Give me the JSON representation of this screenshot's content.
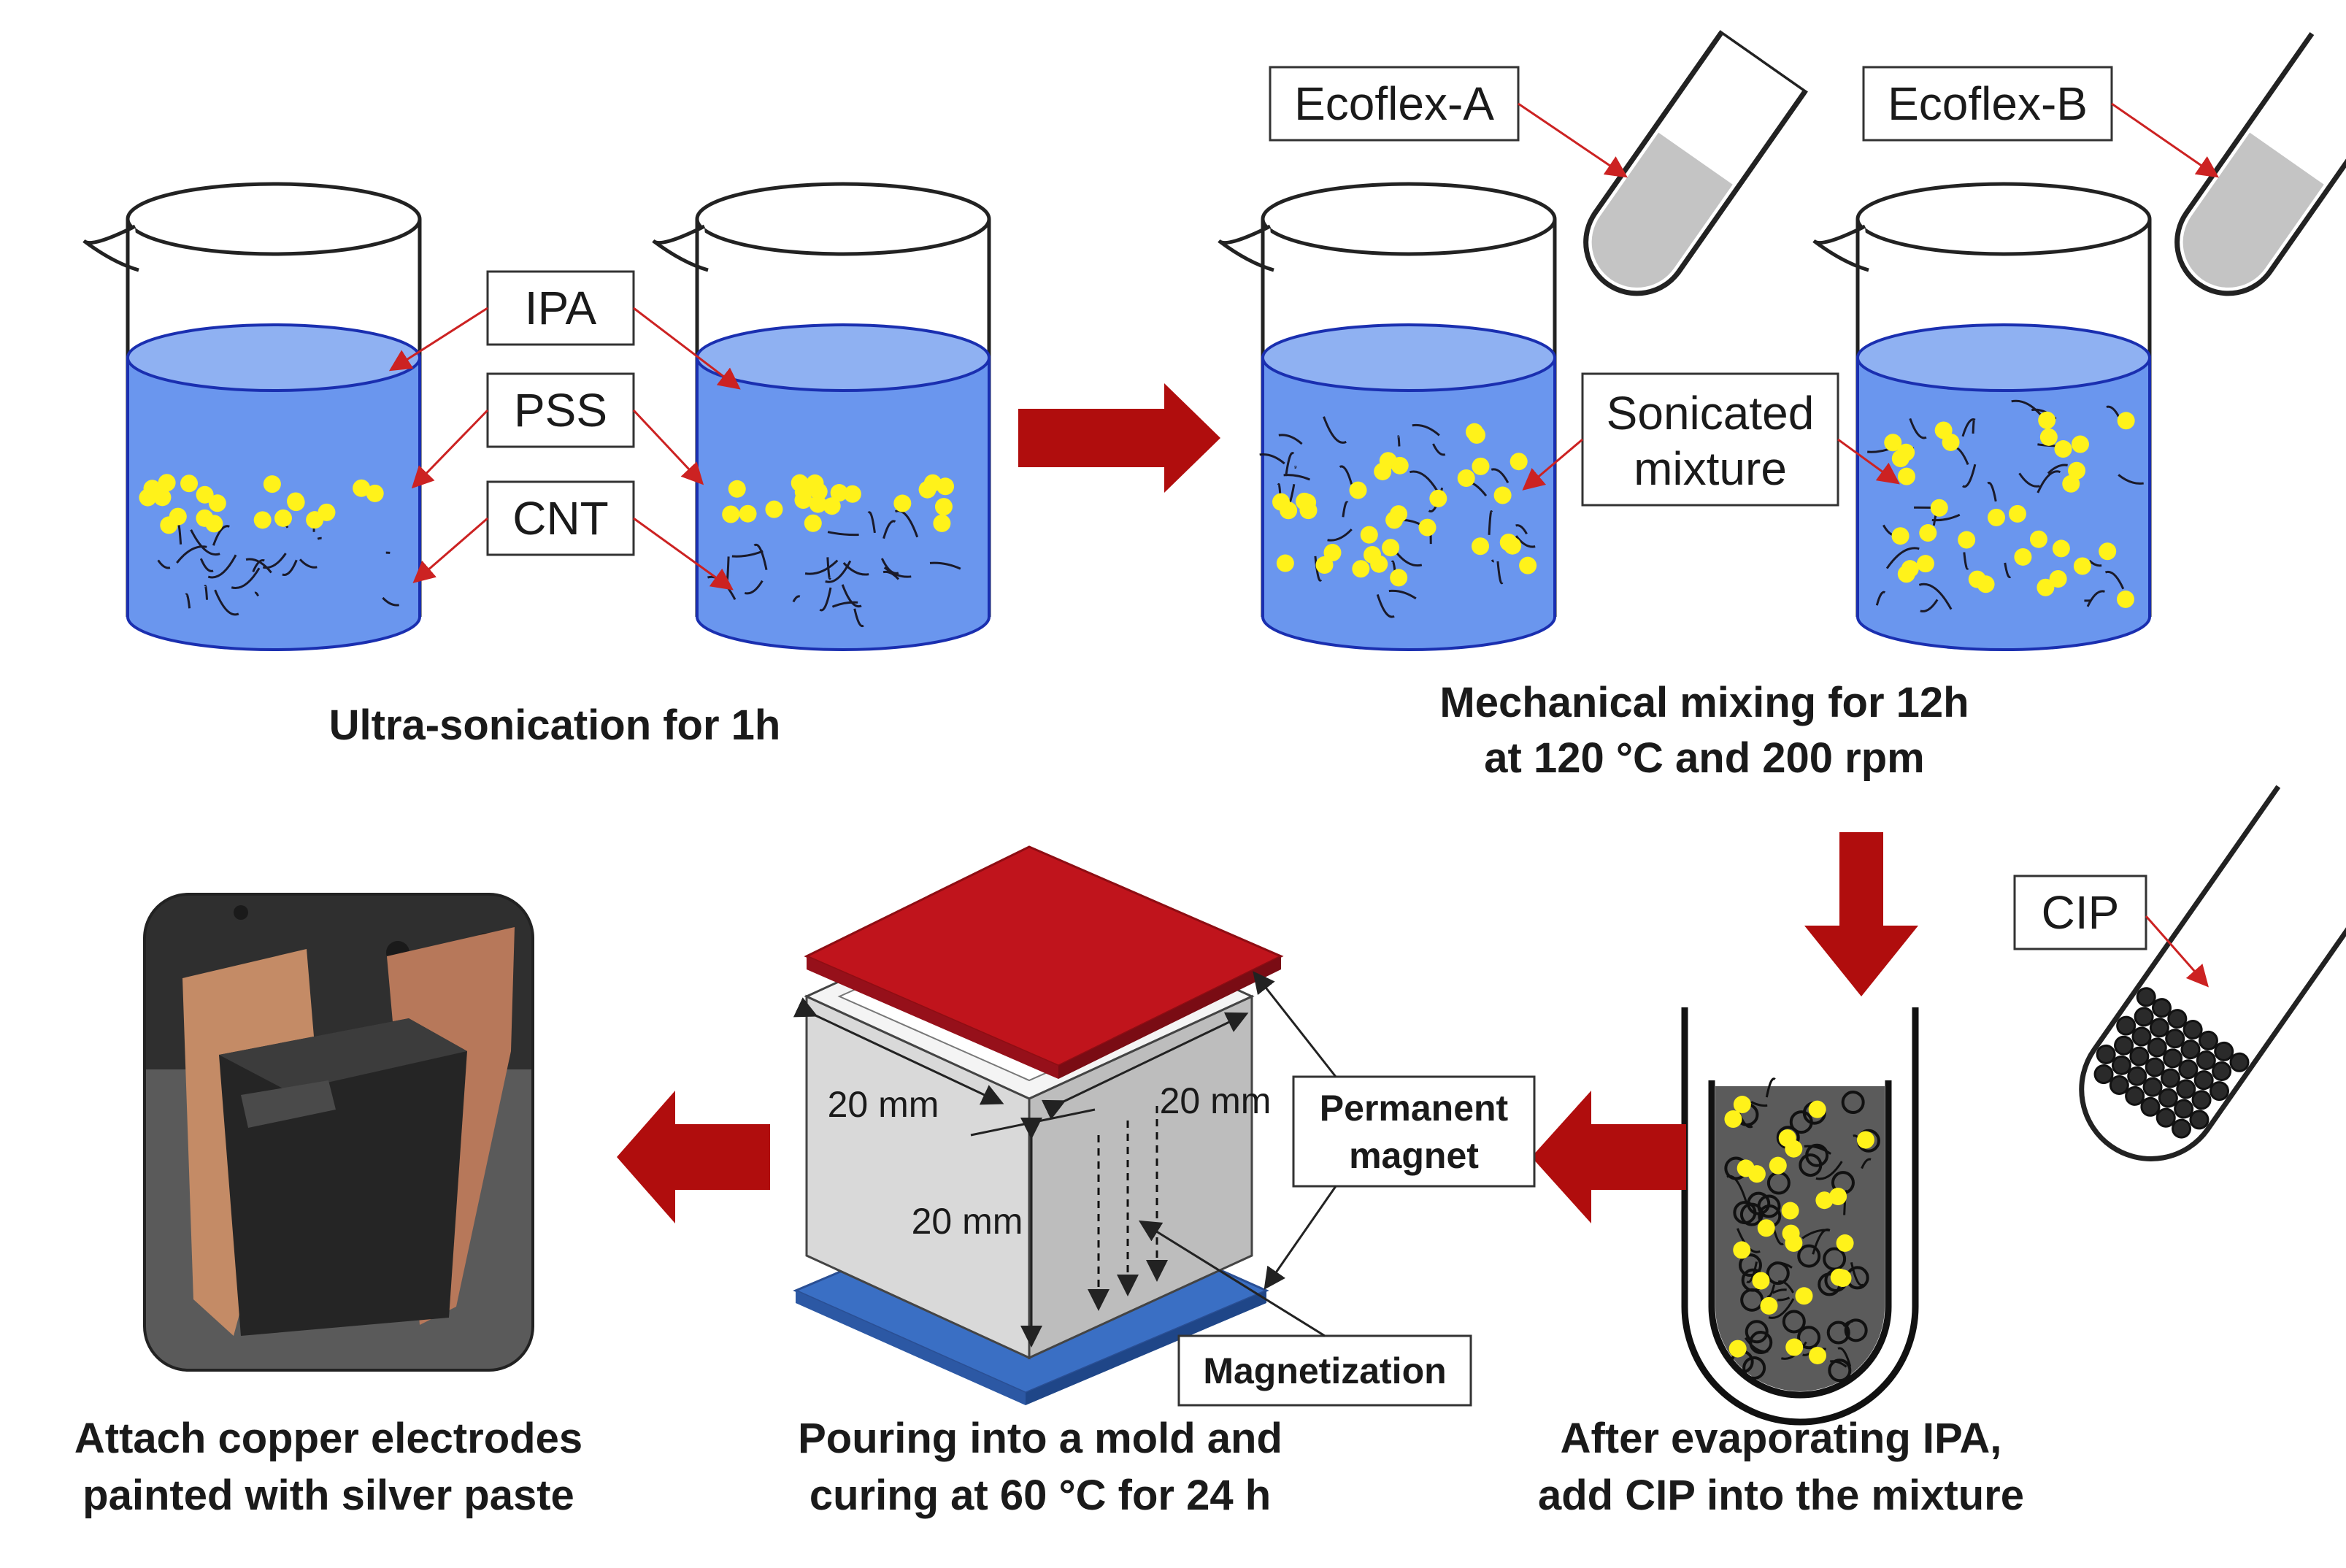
{
  "labels": {
    "ipa": "IPA",
    "pss": "PSS",
    "cnt": "CNT",
    "ecoflex_a": "Ecoflex-A",
    "ecoflex_b": "Ecoflex-B",
    "sonicated_line1": "Sonicated",
    "sonicated_line2": "mixture",
    "cip": "CIP",
    "magnet_line1": "Permanent",
    "magnet_line2": "magnet",
    "magnetization": "Magnetization",
    "dim_top_left": "20 mm",
    "dim_top_right": "20 mm",
    "dim_height": "20 mm"
  },
  "captions": {
    "step1": "Ultra-sonication for 1h",
    "step2_line1": "Mechanical mixing for 12h",
    "step2_line2": "at 120 °C  and 200 rpm",
    "step3_line1": "After evaporating IPA,",
    "step3_line2": "add CIP into the mixture",
    "step4_line1": "Pouring into a mold and",
    "step4_line2": "curing at 60 °C for 24 h",
    "step5_line1": "Attach copper electrodes",
    "step5_line2": "painted with silver paste"
  },
  "colors": {
    "liquid": "#6a96ee",
    "liquid_top": "#8fb1f2",
    "particle": "#fff21a",
    "arrow": "#b00d0d",
    "magnet_top": "#c0141c",
    "magnet_bottom": "#3a6fc4",
    "mixture": "#5b5b5b",
    "pointer": "#cc2222"
  }
}
